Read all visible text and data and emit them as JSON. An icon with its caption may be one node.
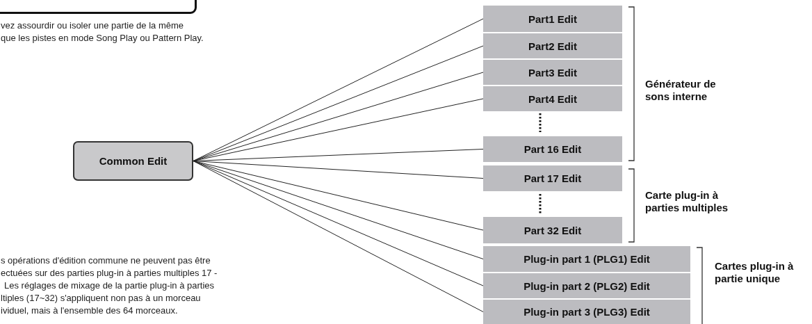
{
  "diagram": {
    "nodes": [
      {
        "text": [],
        "shape": "box"
      },
      {
        "text": [
          "Common Edit"
        ]
      },
      {
        "text": [
          "Part1 Edit"
        ]
      },
      {
        "text": [
          "Part2 Edit"
        ]
      },
      {
        "text": [
          "Part3 Edit"
        ]
      },
      {
        "text": [
          "Part4 Edit"
        ]
      },
      {
        "text": [
          "Part 16 Edit"
        ]
      },
      {
        "text": [
          "Part 17 Edit"
        ]
      },
      {
        "text": [
          "Part 32 Edit"
        ]
      },
      {
        "text": [
          "Plug-in part 1 (PLG1) Edit"
        ]
      },
      {
        "text": [
          "Plug-in part 2 (PLG2) Edit"
        ]
      },
      {
        "text": [
          "Plug-in part 3 (PLG3) Edit"
        ]
      }
    ],
    "edges": [
      {
        "from": 1,
        "to": 2,
        "arrow": "none"
      },
      {
        "from": 1,
        "to": 3,
        "arrow": "none"
      },
      {
        "from": 1,
        "to": 4,
        "arrow": "none"
      },
      {
        "from": 1,
        "to": 5,
        "arrow": "none"
      },
      {
        "from": 1,
        "to": 6,
        "arrow": "none"
      },
      {
        "from": 1,
        "to": 7,
        "arrow": "none"
      },
      {
        "from": 1,
        "to": 8,
        "arrow": "none"
      },
      {
        "from": 1,
        "to": 9,
        "arrow": "none"
      },
      {
        "from": 1,
        "to": 10,
        "arrow": "none"
      },
      {
        "from": 1,
        "to": 11,
        "arrow": "none"
      }
    ],
    "labels": [
      "vez assourdir ou isoler une partie de la même",
      "que les pistes en mode Song Play ou Pattern Play.",
      "Générateur de sons interne",
      "Carte plug-in à parties multiples",
      "Cartes plug-in à partie unique",
      "s opérations d'édition commune ne peuvent pas être",
      "ectuées sur des parties plug-in à parties multiples 17 -",
      "Les réglages de mixage de la partie plug-in à parties",
      "ltiples (17~32) s'appliquent non pas à un morceau",
      "ividuel, mais à l'ensemble des 64 morceaux."
    ]
  }
}
